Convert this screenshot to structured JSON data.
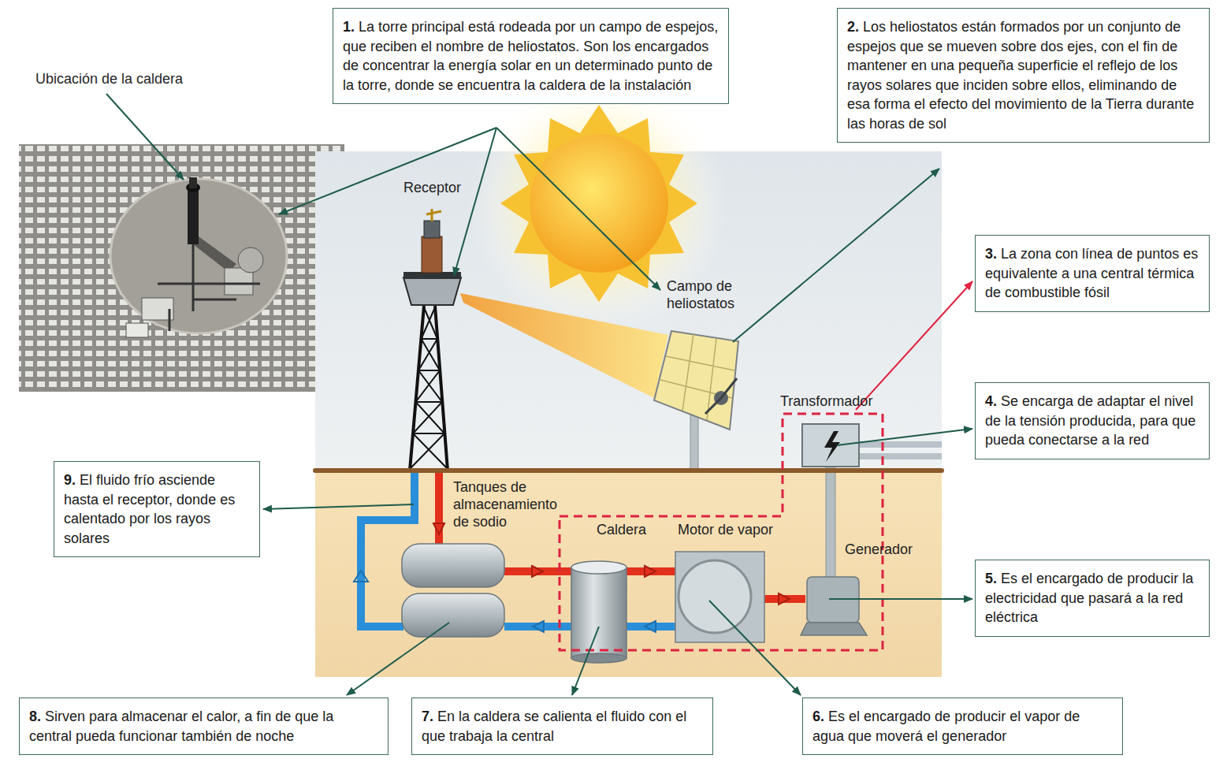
{
  "diagram": {
    "nodes": [
      {
        "text": [
          "1.",
          "La torre principal está rodeada por un campo de espejos, que reciben el nombre de heliostatos. Son los encargados de concentrar la energía solar en un determinado punto de la torre, donde se encuentra la caldera de la instalación"
        ]
      },
      {
        "text": [
          "2.",
          "Los heliostatos están formados por un conjunto de espejos que se mueven sobre dos ejes, con el fin de mantener en una pequeña superficie el reflejo de los rayos solares que inciden sobre ellos, eliminando de esa forma el efecto del movimiento de la Tierra durante las horas de sol"
        ]
      },
      {
        "text": [
          "3.",
          "La zona con línea de puntos es equivalente a una central térmica de combustible fósil"
        ]
      },
      {
        "text": [
          "4.",
          "Se encarga de adaptar el nivel de la tensión producida, para que pueda conectarse a la red"
        ]
      },
      {
        "text": [
          "5.",
          "Es el encargado de producir la electricidad que pasará a la red eléctrica"
        ]
      },
      {
        "text": [
          "6.",
          "Es el encargado de producir el vapor de agua que moverá el generador"
        ]
      },
      {
        "text": [
          "7.",
          "En la caldera se calienta el fluido con el que trabaja la central"
        ]
      },
      {
        "text": [
          "8.",
          "Sirven para almacenar el calor, a fin de que la central pueda funcionar también de noche"
        ]
      },
      {
        "text": [
          "9.",
          "El fluido frío asciende hasta el receptor, donde es calentado por los rayos solares"
        ]
      }
    ],
    "labels": [
      "Ubicación de la caldera",
      "Receptor",
      "Campo de heliostatos",
      "Transformador",
      "Tanques de almacenamiento de sodio",
      "Caldera",
      "Motor de vapor",
      "Generador"
    ]
  }
}
